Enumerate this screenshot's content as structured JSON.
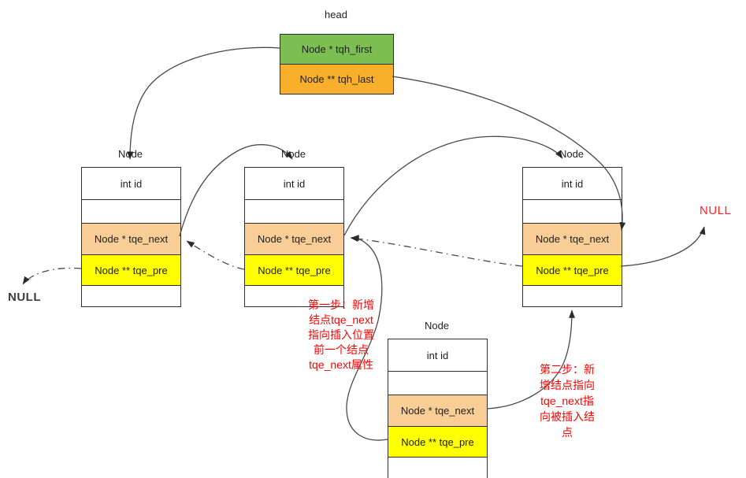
{
  "diagram": {
    "head": {
      "title": "head",
      "first_field": "Node * tqh_first",
      "last_field": "Node ** tqh_last"
    },
    "nodes": [
      {
        "label": "Node",
        "id_field": "int id",
        "next_field": "Node * tqe_next",
        "pre_field": "Node ** tqe_pre"
      },
      {
        "label": "Node",
        "id_field": "int id",
        "next_field": "Node * tqe_next",
        "pre_field": "Node ** tqe_pre"
      },
      {
        "label": "Node",
        "id_field": "int id",
        "next_field": "Node * tqe_next",
        "pre_field": "Node ** tqe_pre"
      },
      {
        "label": "Node",
        "id_field": "int id",
        "next_field": "Node * tqe_next",
        "pre_field": "Node ** tqe_pre"
      }
    ],
    "annotations": {
      "step1_lines": [
        "第一步：新增",
        "结点tqe_next",
        "指向插入位置",
        "前一个结点",
        "tqe_next属性"
      ],
      "step2_lines": [
        "第二步：新",
        "增结点指向",
        "tqe_next指",
        "向被插入结",
        "点"
      ]
    },
    "null_left": "NULL",
    "null_right": "NULL",
    "colors": {
      "head_first_bg": "#7dbe53",
      "head_last_bg": "#f8b02c",
      "next_bg": "#f8cd96",
      "pre_bg": "#ffff00",
      "annotation": "#ff0000",
      "null_right": "#ff2222",
      "line": "#4a4a4a"
    }
  }
}
